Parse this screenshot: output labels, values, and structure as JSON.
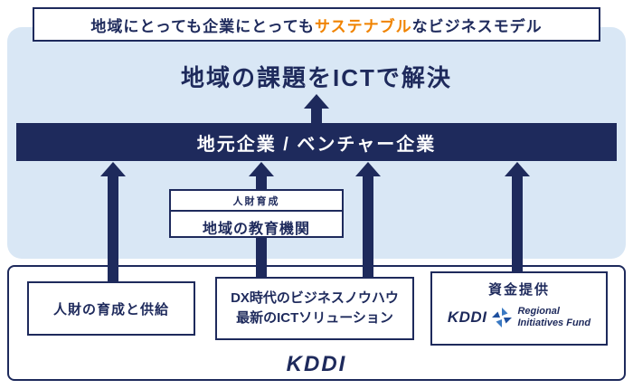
{
  "colors": {
    "navy": "#1e2a5c",
    "panel_blue": "#d9e7f5",
    "accent_orange": "#f08300",
    "fund_blue_light": "#3a79c3",
    "fund_blue_dark": "#1d4f9e"
  },
  "banner": {
    "pre": "地域にとっても企業にとっても",
    "highlight": "サステナブル",
    "post": "なビジネスモデル"
  },
  "panel": {
    "title": "地域の課題をICTで解決",
    "company_bar": "地元企業 / ベンチャー企業",
    "education": {
      "caption": "人財育成",
      "name": "地域の教育機関"
    }
  },
  "bottom": {
    "talent_box": "人財の育成と供給",
    "knowhow_line1": "DX時代のビジネスノウハウ",
    "knowhow_line2": "最新のICTソリューション",
    "fund_title": "資金提供",
    "fund_kddi": "KDDI",
    "fund_name_line1": "Regional",
    "fund_name_line2": "Initiatives Fund",
    "kddi_logo": "KDDI"
  },
  "icons": {
    "fund_logo": "pinwheel-diamond"
  }
}
